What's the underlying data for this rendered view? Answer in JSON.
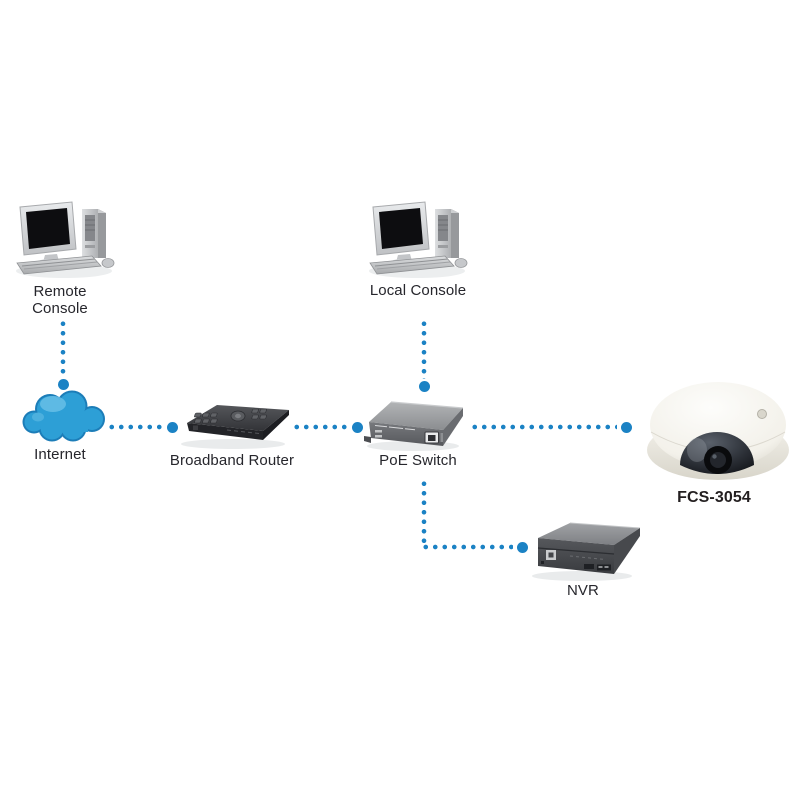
{
  "diagram": {
    "type": "network-topology",
    "background_color": "#ffffff",
    "connector_color": "#1b82c4",
    "label_color": "#26262c",
    "nodes": {
      "remote_console": {
        "label": "Remote Console",
        "icon": "desktop-computer-icon"
      },
      "local_console": {
        "label": "Local Console",
        "icon": "desktop-computer-icon"
      },
      "internet": {
        "label": "Internet",
        "icon": "cloud-icon"
      },
      "broadband_router": {
        "label": "Broadband Router",
        "icon": "router-icon"
      },
      "poe_switch": {
        "label": "PoE Switch",
        "icon": "poe-switch-icon"
      },
      "camera": {
        "label": "FCS-3054",
        "icon": "dome-camera-icon"
      },
      "nvr": {
        "label": "NVR",
        "icon": "nvr-icon"
      }
    },
    "connections": [
      {
        "from": "remote_console",
        "to": "internet",
        "style": "dotted"
      },
      {
        "from": "internet",
        "to": "broadband_router",
        "style": "dotted"
      },
      {
        "from": "broadband_router",
        "to": "poe_switch",
        "style": "dotted"
      },
      {
        "from": "local_console",
        "to": "poe_switch",
        "style": "dotted"
      },
      {
        "from": "poe_switch",
        "to": "camera",
        "style": "dotted"
      },
      {
        "from": "poe_switch",
        "to": "nvr",
        "style": "dotted"
      }
    ]
  }
}
